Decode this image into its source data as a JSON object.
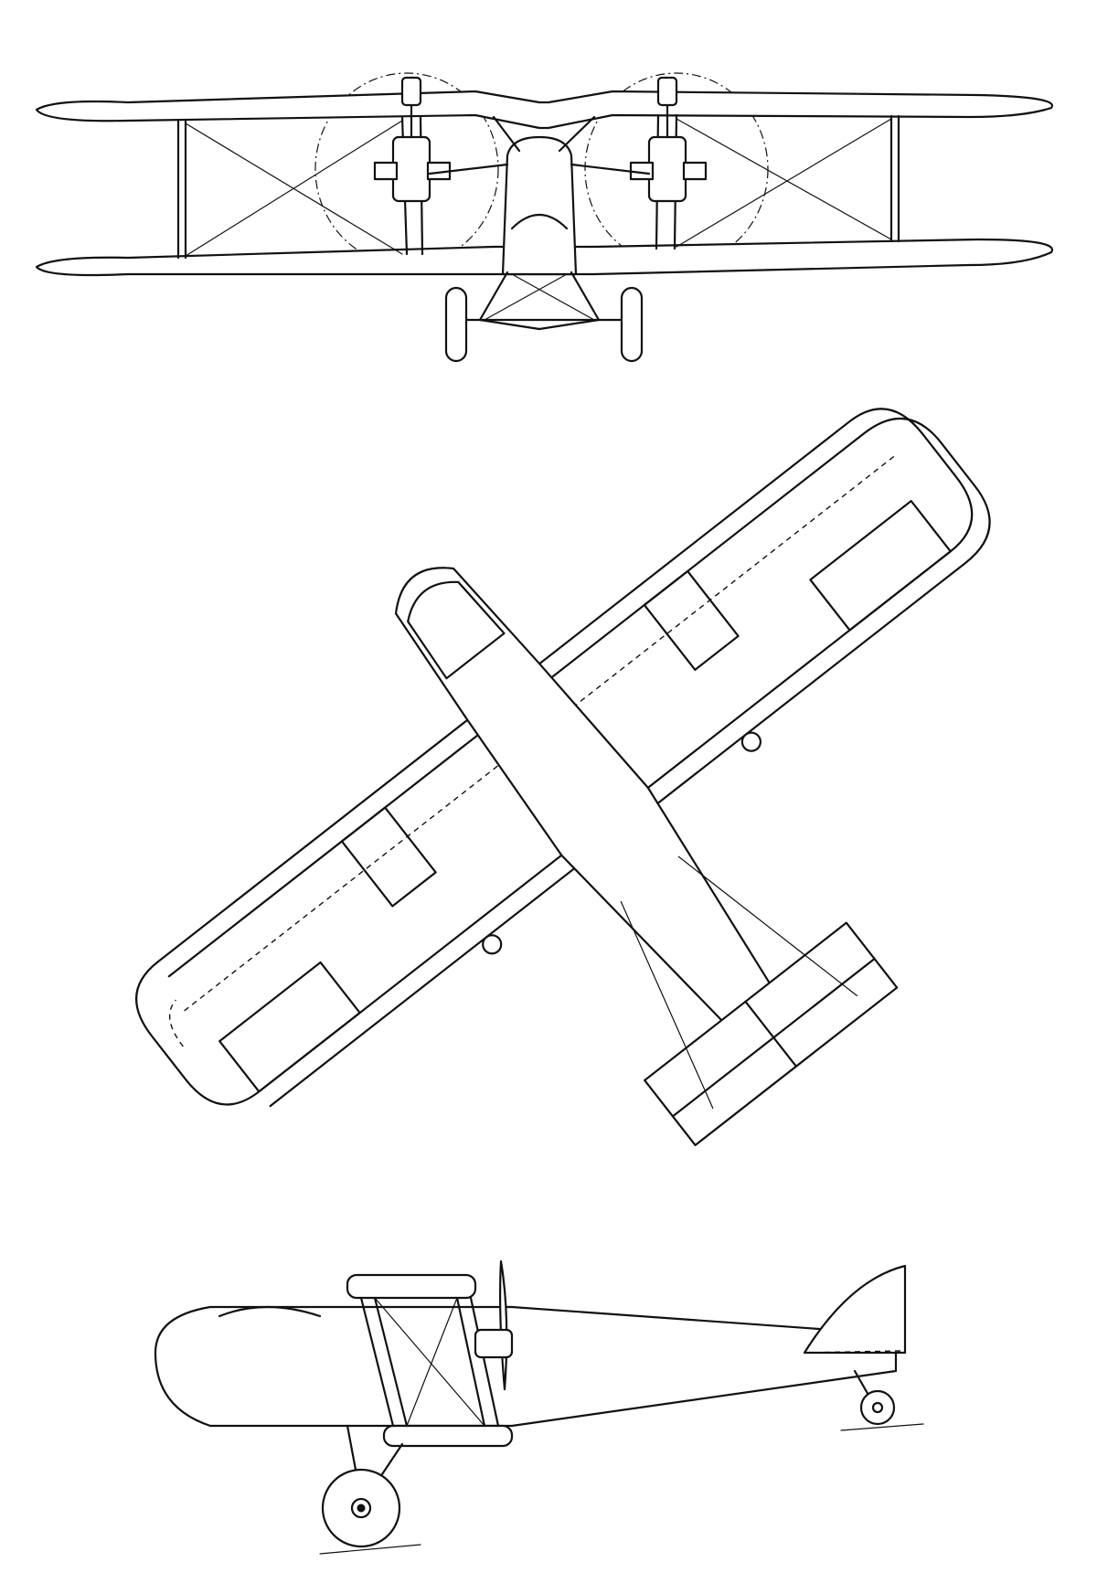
{
  "drawing": {
    "views": [
      {
        "id": "front",
        "name": "front-view"
      },
      {
        "id": "plan",
        "name": "plan-view"
      },
      {
        "id": "side",
        "name": "side-view"
      }
    ],
    "colors": {
      "line": "#111111",
      "paper": "#ffffff"
    }
  }
}
